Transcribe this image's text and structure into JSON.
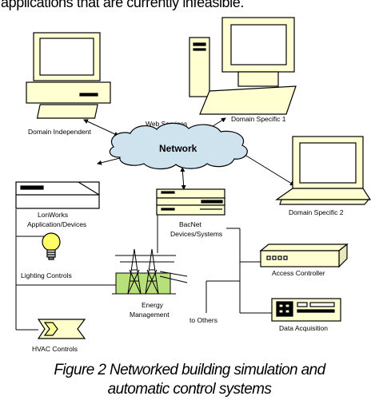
{
  "header_text": "applications that are currently infeasible.",
  "labels": {
    "domain_independent": "Domain Independent",
    "web_services": "Web Services",
    "domain_specific_1": "Domain Specific 1",
    "network": "Network",
    "domain_specific_2": "Domain Specific 2",
    "lonworks_line1": "LonWorks",
    "lonworks_line2": "Application/Devices",
    "bacnet_line1": "BacNet",
    "bacnet_line2": "Devices/Systems",
    "lighting_controls": "Lighting Controls",
    "energy_line1": "Energy",
    "energy_line2": "Management",
    "access_controller": "Access Controller",
    "to_others": "to Others",
    "data_acquisition": "Data Acquisition",
    "hvac_controls": "HVAC Controls"
  },
  "caption": {
    "line1": "Figure 2 Networked building simulation and",
    "line2": "automatic control systems"
  },
  "colors": {
    "device_fill": "#ffffd2",
    "cloud_fill": "#cfe3ee",
    "screen_fill": "#ffffff",
    "bulb_fill": "#ffff66",
    "hvac_fill": "#ffffcc",
    "tower_fill": "#b8e07a",
    "stroke": "#000000"
  }
}
